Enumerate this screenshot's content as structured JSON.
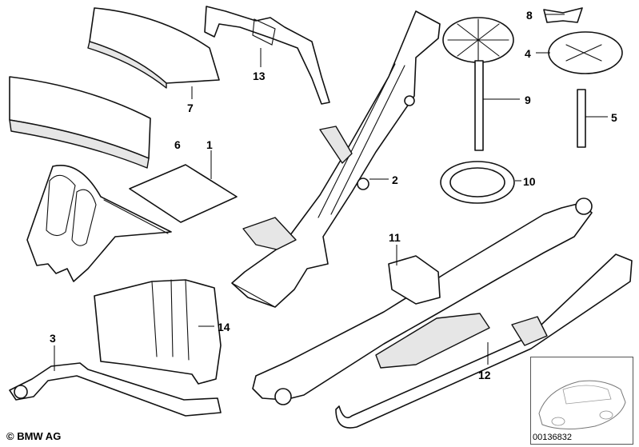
{
  "brand": {
    "copyright": "© BMW AG"
  },
  "diagram_id": "00136832",
  "callouts": {
    "c1": "1",
    "c2": "2",
    "c3": "3",
    "c4": "4",
    "c5": "5",
    "c6": "6",
    "c7": "7",
    "c8": "8",
    "c9": "9",
    "c10": "10",
    "c11": "11",
    "c12": "12",
    "c13": "13",
    "c14": "14"
  }
}
